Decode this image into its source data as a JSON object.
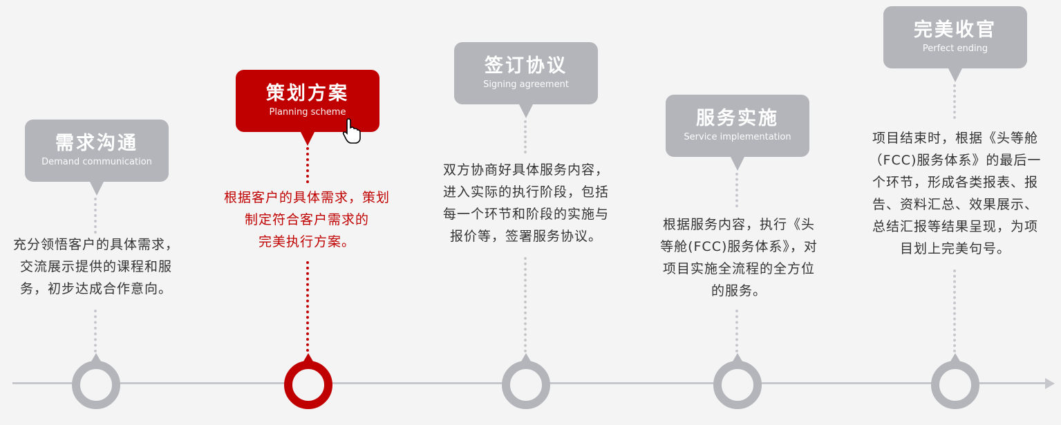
{
  "steps": [
    {
      "title": "需求沟通",
      "subtitle": "Demand communication",
      "desc": [
        "充分领悟客户的具体需求，",
        "交流展示提供的课程和服",
        "务，初步达成合作意向。"
      ]
    },
    {
      "title": "策划方案",
      "subtitle": "Planning scheme",
      "desc": [
        "根据客户的具体需求，策划",
        "制定符合客户需求的",
        "完美执行方案。"
      ]
    },
    {
      "title": "签订协议",
      "subtitle": "Signing agreement",
      "desc": [
        "双方协商好具体服务内容，",
        "进入实际的执行阶段，包括",
        "每一个环节和阶段的实施与",
        "报价等，签署服务协议。"
      ]
    },
    {
      "title": "服务实施",
      "subtitle": "Service implementation",
      "desc": [
        "根据服务内容，执行《头",
        "等舱(FCC)服务体系》，对",
        "项目实施全流程的全方位",
        "的服务。"
      ]
    },
    {
      "title": "完美收官",
      "subtitle": "Perfect ending",
      "desc": [
        "项目结束时，根据《头等舱",
        "（FCC)服务体系》的最后一",
        "个环节，形成各类报表、报",
        "告、资料汇总、效果展示、",
        "总结汇报等结果呈现，为项",
        "目划上完美句号。"
      ]
    }
  ],
  "active_step": "策划方案",
  "colors": {
    "active": "#c00000",
    "inactive": "#b3b5ba",
    "line": "#c5c7cc"
  }
}
